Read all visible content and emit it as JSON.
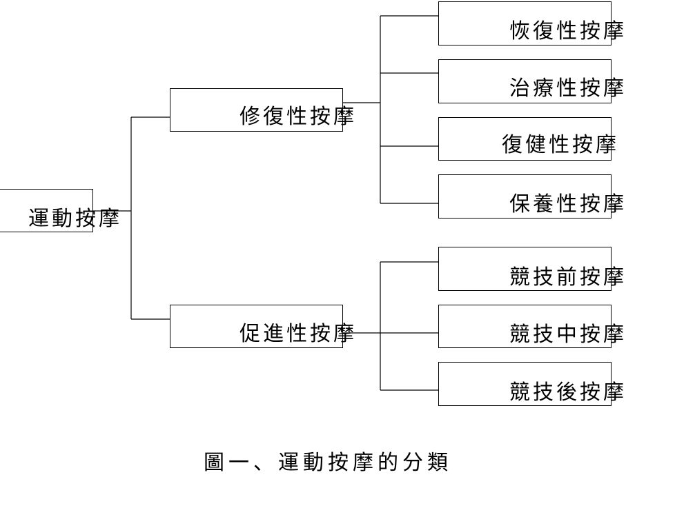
{
  "diagram": {
    "root": {
      "label": "運動按摩"
    },
    "branches": [
      {
        "label": "修復性按摩",
        "children": [
          {
            "label": "恢復性按摩"
          },
          {
            "label": "治療性按摩"
          },
          {
            "label": "復健性按摩"
          },
          {
            "label": "保養性按摩"
          }
        ]
      },
      {
        "label": "促進性按摩",
        "children": [
          {
            "label": "競技前按摩"
          },
          {
            "label": "競技中按摩"
          },
          {
            "label": "競技後按摩"
          }
        ]
      }
    ]
  },
  "caption": "圖一、運動按摩的分類"
}
